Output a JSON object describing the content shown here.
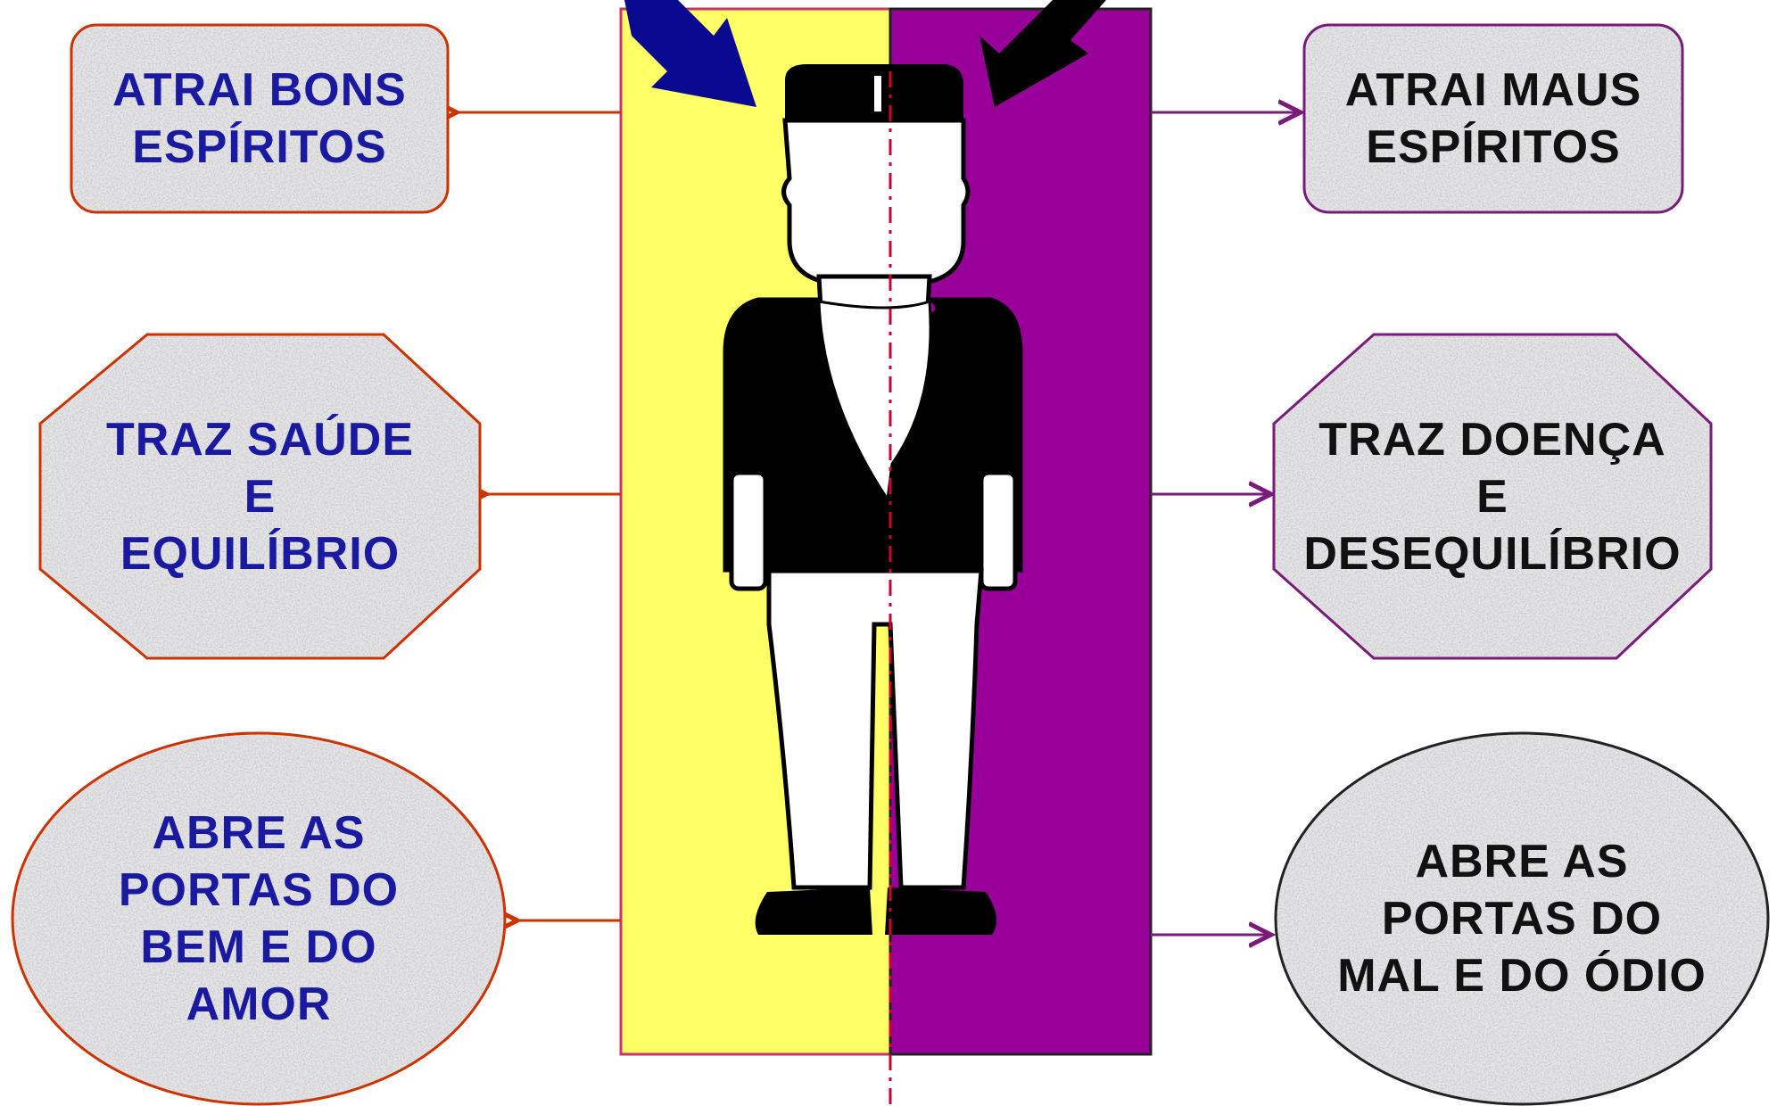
{
  "colors": {
    "good_panel": "#FFFF66",
    "bad_panel": "#990099",
    "good_text": "#1a1aa0",
    "bad_text": "#111111",
    "good_border": "#cc3300",
    "bad_border": "#7a1a7a",
    "good_arrow": "#0a0a90",
    "bad_arrow": "#000000"
  },
  "left": {
    "box1": {
      "line1": "ATRAI BONS",
      "line2": "ESPÍRITOS"
    },
    "box2": {
      "line1": "TRAZ SAÚDE",
      "line2": "E",
      "line3": "EQUILÍBRIO"
    },
    "box3": {
      "line1": "ABRE AS",
      "line2": "PORTAS DO",
      "line3": "BEM E DO",
      "line4": "AMOR"
    }
  },
  "right": {
    "box1": {
      "line1": "ATRAI MAUS",
      "line2": "ESPÍRITOS"
    },
    "box2": {
      "line1": "TRAZ DOENÇA",
      "line2": "E",
      "line3": "DESEQUILÍBRIO"
    },
    "box3": {
      "line1": "ABRE AS",
      "line2": "PORTAS DO",
      "line3": "MAL E DO ÓDIO"
    }
  }
}
